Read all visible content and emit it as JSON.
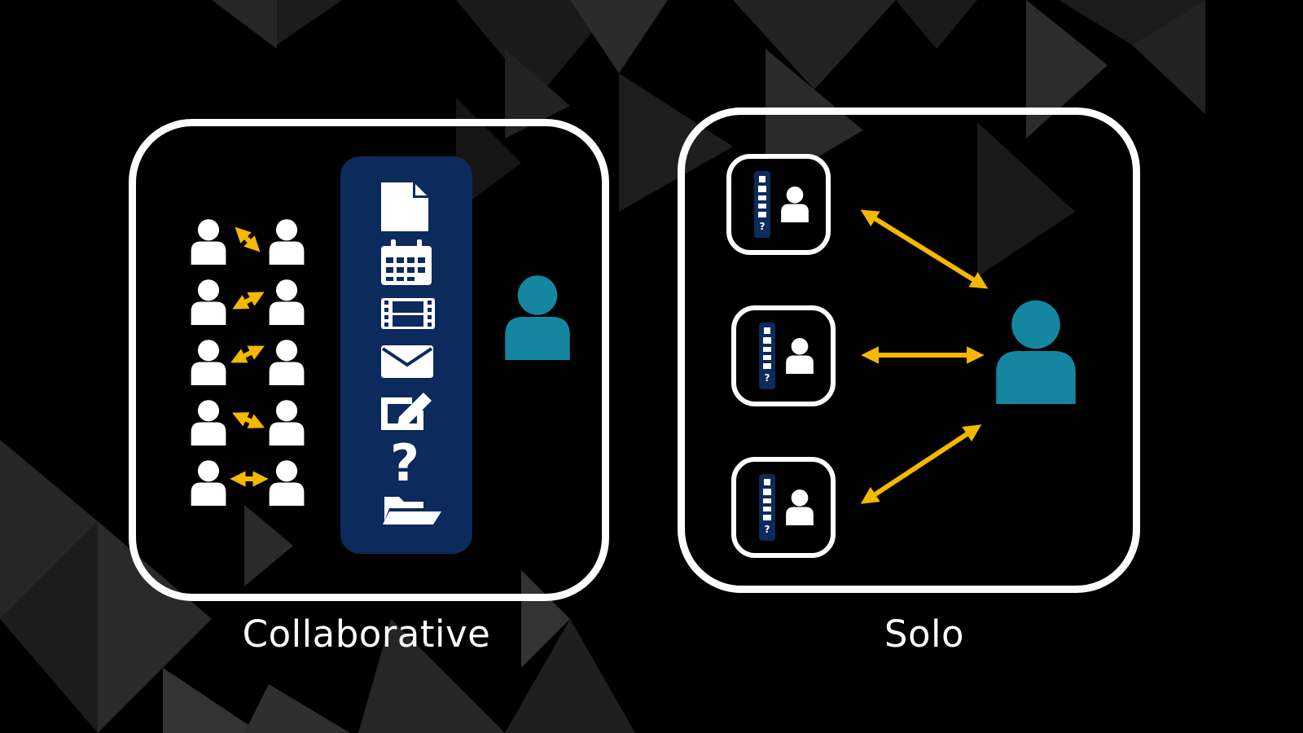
{
  "colors": {
    "background": "#000000",
    "outline": "#ffffff",
    "accent_arrow": "#f5b800",
    "app_panel": "#0c2a5b",
    "teal_user": "#1486a0"
  },
  "collaborative": {
    "caption": "Collaborative",
    "pair_count": 5,
    "app_icons": [
      "document-icon",
      "calendar-icon",
      "film-icon",
      "mail-icon",
      "edit-icon",
      "question-icon",
      "folder-icon"
    ]
  },
  "solo": {
    "caption": "Solo",
    "workspace_count": 3
  }
}
